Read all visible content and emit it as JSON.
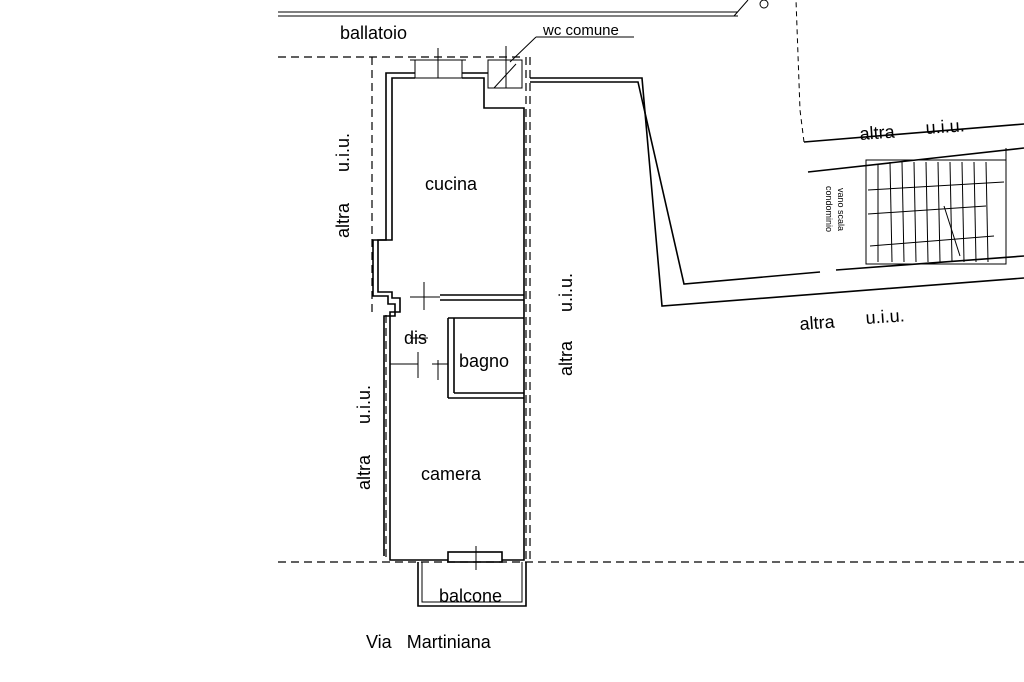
{
  "labels": {
    "ballatoio": "ballatoio",
    "wc_comune": "wc comune",
    "cucina": "cucina",
    "dis": "dis",
    "bagno": "bagno",
    "camera": "camera",
    "balcone": "balcone",
    "street": "Via   Martiniana",
    "altra": "altra",
    "uiu": "u.i.u.",
    "vano_scala": "vano scala",
    "condominio": "condominio"
  }
}
